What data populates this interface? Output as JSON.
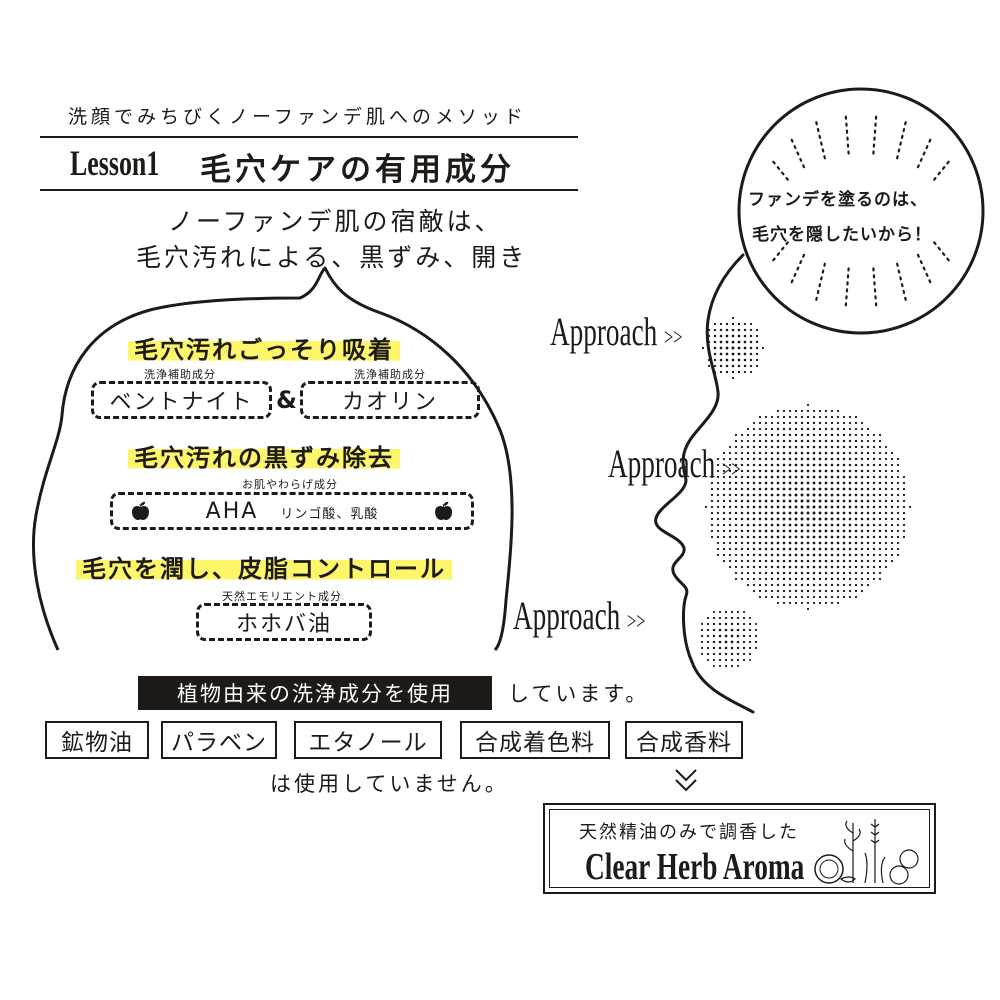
{
  "header": {
    "kicker": "洗顔でみちびくノーファンデ肌へのメソッド",
    "lesson": "Lesson1",
    "title": "毛穴ケアの有用成分",
    "lead_line1": "ノーファンデ肌の宿敵は、",
    "lead_line2": "毛穴汚れによる、黒ずみ、開き"
  },
  "bubble": {
    "section1": {
      "heading": "毛穴汚れごっそり吸着",
      "ingredients": [
        {
          "note": "洗浄補助成分",
          "name": "ベントナイト"
        },
        {
          "note": "洗浄補助成分",
          "name": "カオリン"
        }
      ],
      "joiner": "&"
    },
    "section2": {
      "heading": "毛穴汚れの黒ずみ除去",
      "note": "お肌やわらげ成分",
      "name": "AHA",
      "detail": "リンゴ酸、乳酸"
    },
    "section3": {
      "heading": "毛穴を潤し、皮脂コントロール",
      "note": "天然エモリエント成分",
      "name": "ホホバ油"
    }
  },
  "face": {
    "callout_line1": "ファンデを塗るのは、",
    "callout_line2": "毛穴を隠したいから！",
    "approaches": [
      "Approach",
      "Approach",
      "Approach"
    ],
    "arrow": ">>"
  },
  "bottom": {
    "plant_label": "植物由来の洗浄成分を使用",
    "plant_suffix": "しています。",
    "free_items": [
      "鉱物油",
      "パラベン",
      "エタノール",
      "合成着色料",
      "合成香料"
    ],
    "free_suffix": "は使用していません。",
    "down_arrow": "⌄⌄",
    "aroma_sub": "天然精油のみで調香した",
    "aroma_title": "Clear Herb Aroma"
  },
  "colors": {
    "highlight": "#fdf56a",
    "ink": "#1d1a17",
    "label_bg": "#1d1a17"
  }
}
